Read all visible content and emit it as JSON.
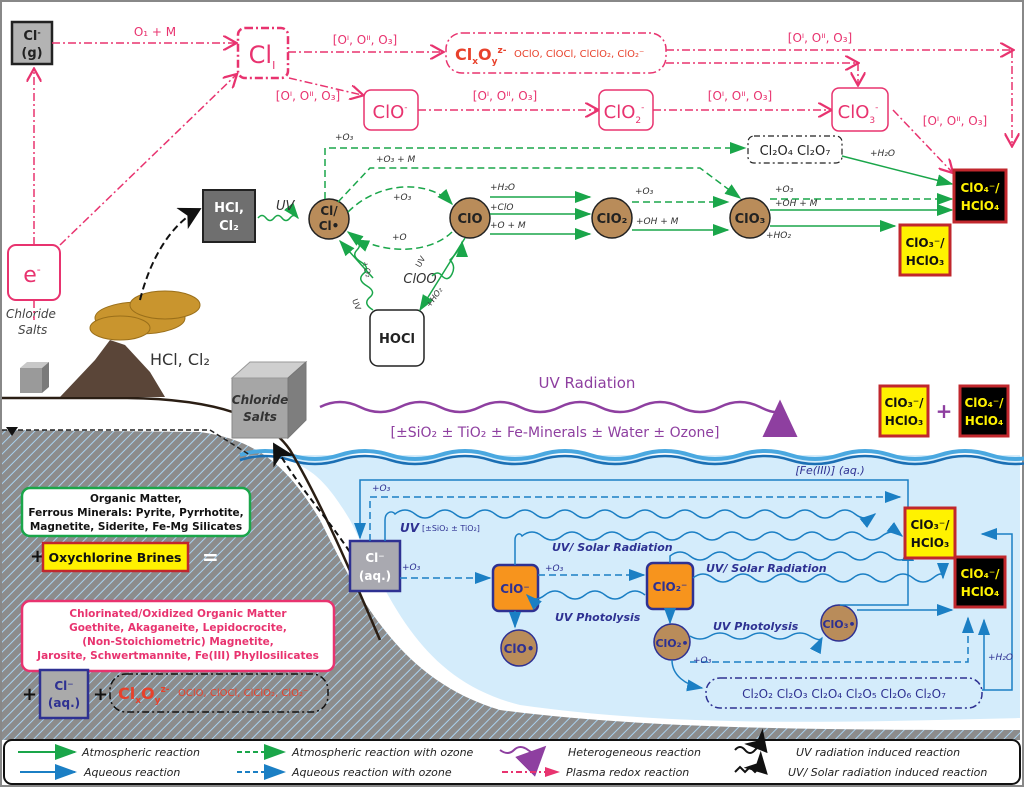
{
  "plasma": {
    "cl_gas": {
      "line1": "Cl-",
      "line2": "(g)",
      "sup": "-"
    },
    "cl_I": "Cl",
    "cl_I_sub": "I",
    "e_minus": "e",
    "e_sup": "-",
    "o1_m": "O₁ + M",
    "bracket": "[Oᴵ, Oᴵᴵ, O₃]",
    "clxoy": "ClₓOᵧ",
    "clxoy_sup": "z-",
    "clxoy_species": "OClO, ClOCl, ClClO₂, ClO₂⁻",
    "clo_minus": "ClO⁻",
    "clo2_minus": "ClO₂⁻",
    "clo3_minus": "ClO₃⁻"
  },
  "atmosphere": {
    "hcl_cl2_box": [
      "HCl,",
      "Cl₂"
    ],
    "uv": "UV",
    "cl_radical": [
      "Cl/",
      "Cl•"
    ],
    "clo": "ClO",
    "clo2": "ClO₂",
    "clo3": "ClO₃",
    "hocl": "HOCl",
    "cloo": "ClOO",
    "cl2o4_cl2o7": "Cl₂O₄  Cl₂O₇",
    "labels": {
      "o3_top": "+O₃",
      "o3_m": "+O₃ + M",
      "o3_loop": "+O₃",
      "o_loop": "+O",
      "h2o": "+H₂O",
      "clo": "+ClO",
      "o_m": "+O + M",
      "o3_clo2": "+O₃",
      "oh_m_clo2": "+OH + M",
      "o3_clo3": "+O₃",
      "oh_m_clo3": "+OH + M",
      "ho2_clo3": "+HO₂",
      "h2o_cl2o7": "+H₂O",
      "o2_cloo": "+O₂",
      "uv_cloo": "UV",
      "uv_hocl": "UV",
      "ho2_hocl": "+HO₂"
    },
    "products": {
      "perchlorate": [
        "ClO₄⁻/",
        "HClO₄"
      ],
      "chlorate": [
        "ClO₃⁻/",
        "HClO₃"
      ]
    }
  },
  "surface": {
    "chloride_salts_small": [
      "Chloride",
      "Salts"
    ],
    "volcano_gas": "HCl, Cl₂",
    "chloride_salts_cube": [
      "Chloride",
      "Salts"
    ],
    "uv_radiation": "UV Radiation",
    "heterogeneous_conditions": "[±SiO₂ ± TiO₂ ± Fe-Minerals ± Water ± Ozone]",
    "plus": "+",
    "chlorate": [
      "ClO₃⁻/",
      "HClO₃"
    ],
    "perchlorate": [
      "ClO₄⁻/",
      "HClO₄"
    ]
  },
  "subsurface": {
    "ferrous_box": [
      "Organic Matter,",
      "Ferrous Minerals: Pyrite, Pyrrhotite,",
      "Magnetite, Siderite, Fe-Mg Silicates"
    ],
    "plus1": "+",
    "brines": "Oxychlorine Brines",
    "equals": "=",
    "oxidized_box": [
      "Chlorinated/Oxidized Organic Matter",
      "Goethite, Akaganeite, Lepidocrocite,",
      "(Non-Stoichiometric) Magnetite,",
      "Jarosite, Schwertmannite, Fe(III) Phyllosilicates"
    ],
    "plus2": "+",
    "cl_aq": [
      "Cl⁻",
      "(aq.)"
    ],
    "plus3": "+",
    "clxoy": "ClₓOᵧ",
    "clxoy_sup": "z-",
    "clxoy_species": "OClO, ClOCl, ClClO₂, ClO₂⁻"
  },
  "aqueous": {
    "cl_aq": [
      "Cl⁻",
      "(aq.)"
    ],
    "clo_minus": "ClO⁻",
    "clo2_minus": "ClO₂⁻",
    "clo_radical": "ClO•",
    "clo2_radical": "ClO₂•",
    "clo3_radical": "ClO₃•",
    "chlorate": [
      "ClO₃⁻/",
      "HClO₃"
    ],
    "perchlorate": [
      "ClO₄⁻/",
      "HClO₄"
    ],
    "chlorine_oxides": "Cl₂O₂  Cl₂O₃  Cl₂O₄  Cl₂O₅  Cl₂O₆  Cl₂O₇",
    "labels": {
      "fe_iii": "[Fe(III)] (aq.)",
      "o3_top": "+O₃",
      "uv_sio2": "UV",
      "sio2_tio2": "[±SiO₂ ± TiO₂]",
      "o3_cl": "+O₃",
      "uv_solar1": "UV/ Solar Radiation",
      "o3_clo": "+O₃",
      "uv_solar2": "UV/ Solar Radiation",
      "uv_photolysis1": "UV Photolysis",
      "uv_photolysis2": "UV Photolysis",
      "o3_clo2r": "+O₃",
      "h2o": "+H₂O"
    }
  },
  "legend": {
    "items": [
      {
        "label": "Atmospheric reaction",
        "style": "solid-green"
      },
      {
        "label": "Atmospheric reaction with ozone",
        "style": "dashed-green"
      },
      {
        "label": "Heterogeneous reaction",
        "style": "wavy-purple"
      },
      {
        "label": "UV radiation induced reaction",
        "style": "wavy-black"
      },
      {
        "label": "Aqueous reaction",
        "style": "solid-blue"
      },
      {
        "label": "Aqueous reaction with ozone",
        "style": "dashed-blue"
      },
      {
        "label": "Plasma redox reaction",
        "style": "dashdot-pink"
      },
      {
        "label": "UV/ Solar radiation induced reaction",
        "style": "zigzag-black"
      }
    ]
  },
  "colors": {
    "pink": "#e8336f",
    "green": "#1aa64a",
    "blue": "#1b7fc4",
    "navy": "#2e3192",
    "purple": "#8e3fa0",
    "brown": "#b98c5a",
    "orange": "#f7941d",
    "yellow": "#fff200",
    "red_border": "#c1272d",
    "water": "#d4ecfb"
  }
}
